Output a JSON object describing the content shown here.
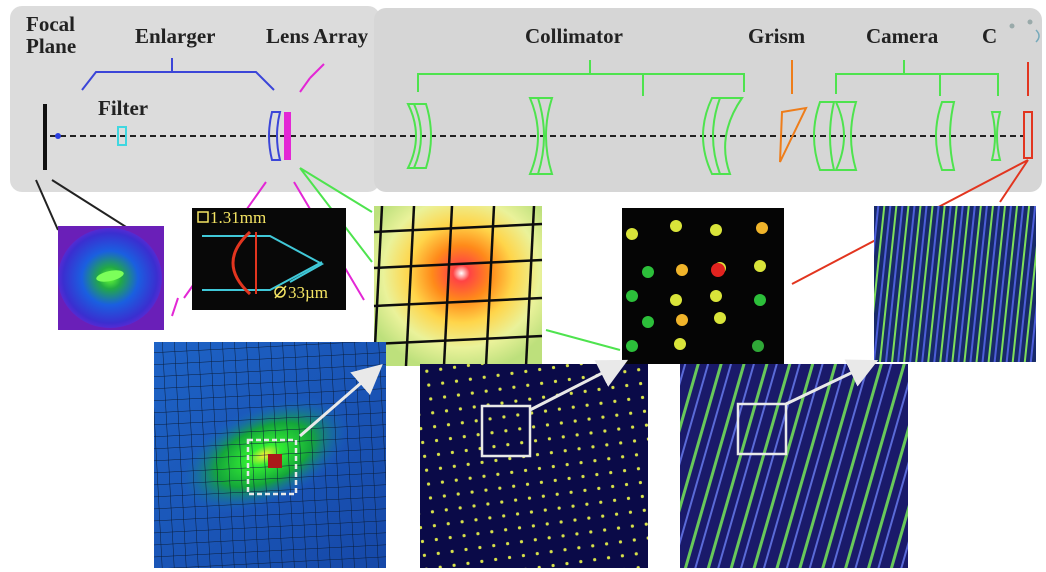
{
  "labels": {
    "focal_plane_1": "Focal",
    "focal_plane_2": "Plane",
    "enlarger": "Enlarger",
    "lens_array": "Lens Array",
    "collimator": "Collimator",
    "grism": "Grism",
    "camera": "Camera",
    "ccd": "C",
    "filter": "Filter"
  },
  "inset": {
    "size_label": "1.31mm",
    "diameter_label": "33µm"
  },
  "colors": {
    "panel": "#dcdcdc",
    "enlarger": "#3b45d8",
    "lens_array": "#e327d5",
    "optics": "#4ee34e",
    "grism": "#ee7d1a",
    "ccd": "#e2351f",
    "pointer": "#e9e9e9"
  }
}
